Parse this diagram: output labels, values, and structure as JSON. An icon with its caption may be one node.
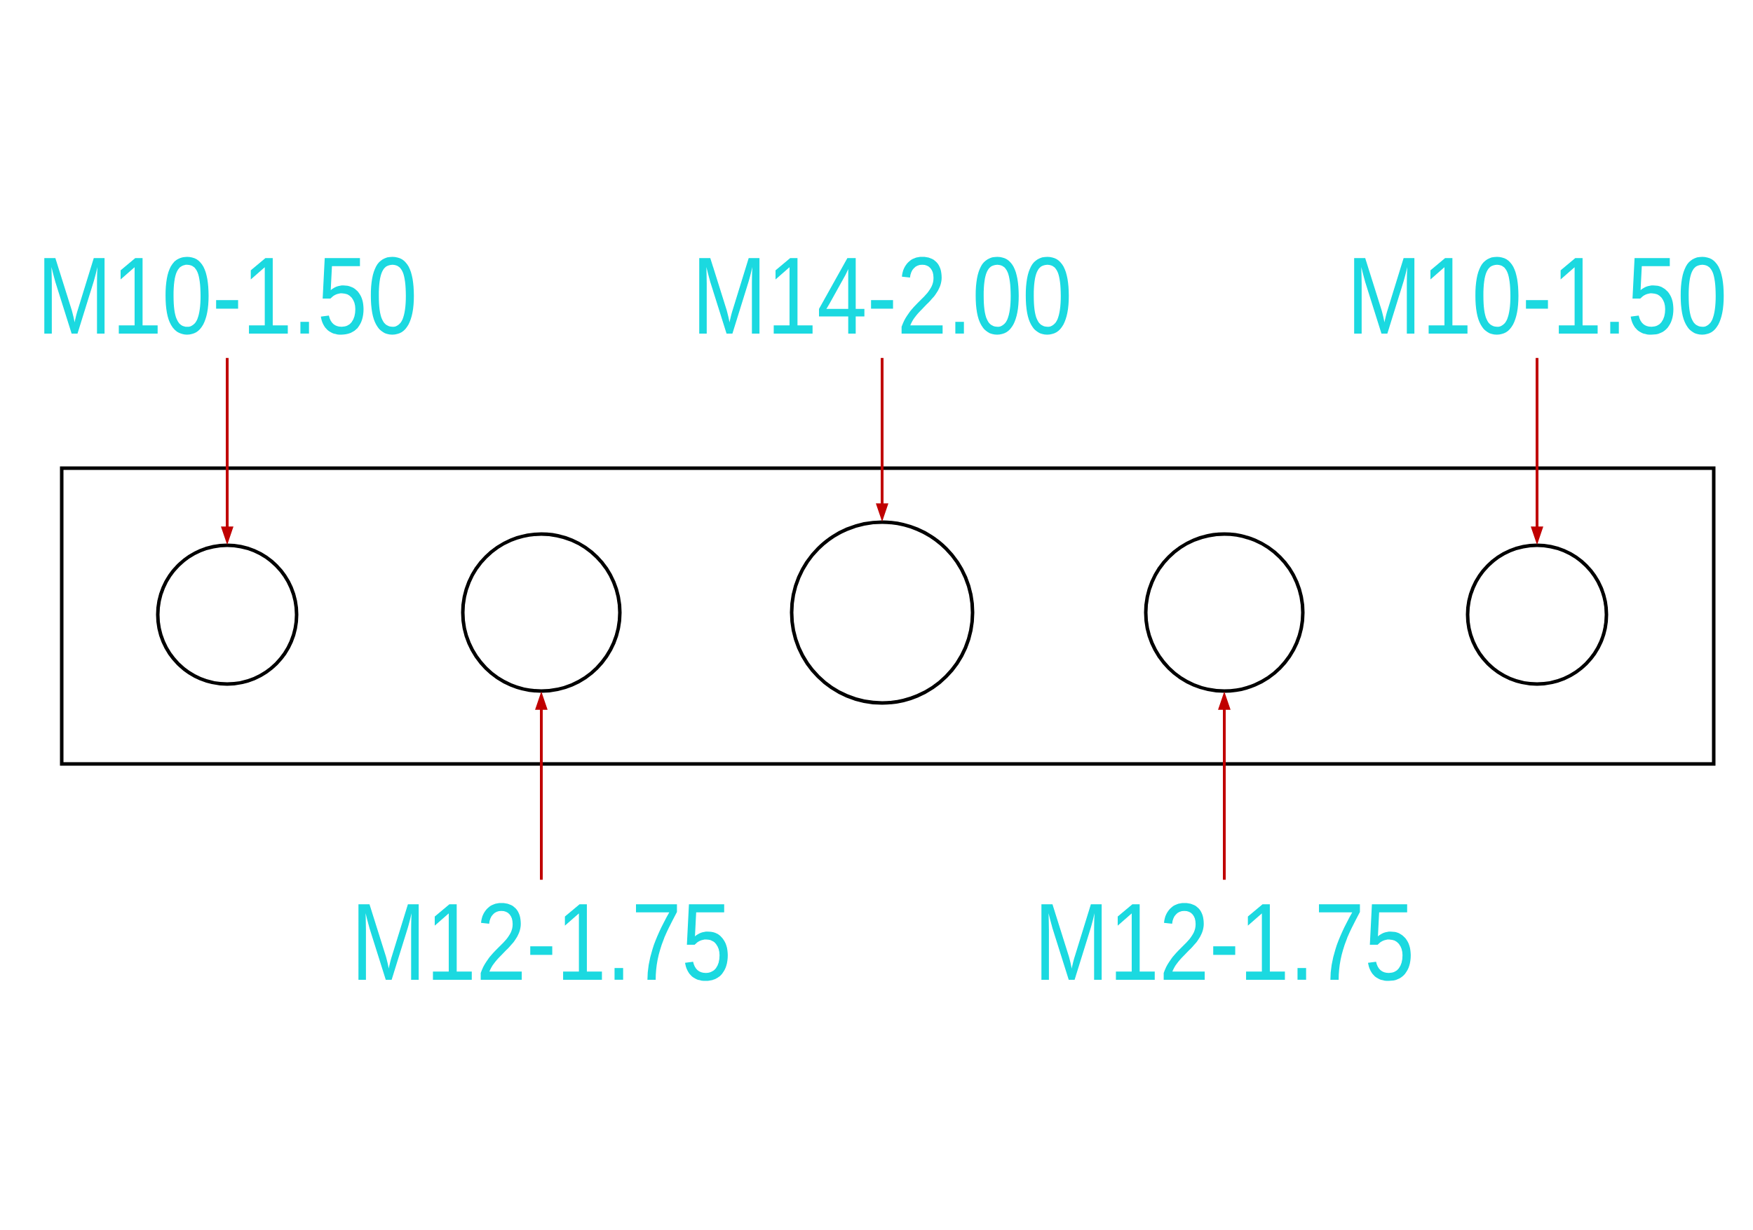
{
  "diagram": {
    "nodes": [
      {
        "text": [
          "M10-1.50"
        ]
      },
      {
        "text": [
          "M14-2.00"
        ]
      },
      {
        "text": [
          "M10-1.50"
        ]
      },
      {
        "text": [],
        "shape": "box"
      },
      {
        "text": [],
        "shape": "circle",
        "in": 3
      },
      {
        "text": [],
        "shape": "circle",
        "in": 3
      },
      {
        "text": [],
        "shape": "circle",
        "in": 3
      },
      {
        "text": [],
        "shape": "circle",
        "in": 3
      },
      {
        "text": [],
        "shape": "circle",
        "in": 3
      },
      {
        "text": [
          "M12-1.75"
        ]
      },
      {
        "text": [
          "M12-1.75"
        ]
      }
    ],
    "edges": [
      {
        "from": 0,
        "to": 4,
        "arrow": "to"
      },
      {
        "from": 1,
        "to": 6,
        "arrow": "to"
      },
      {
        "from": 2,
        "to": 8,
        "arrow": "to"
      },
      {
        "from": 9,
        "to": 5,
        "arrow": "to"
      },
      {
        "from": 10,
        "to": 7,
        "arrow": "to"
      }
    ]
  }
}
